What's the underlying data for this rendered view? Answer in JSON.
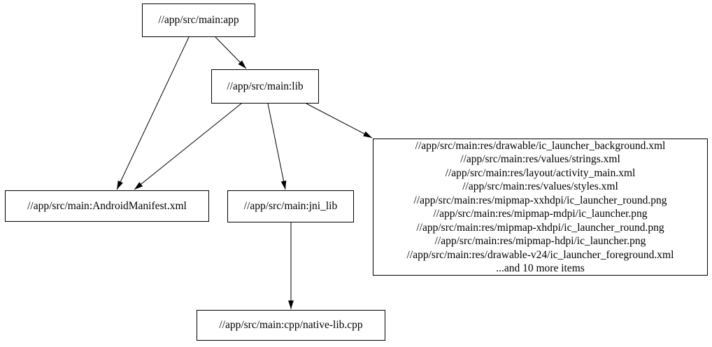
{
  "graph": {
    "colors": {
      "background": "#ffffff",
      "node_fill": "#ffffff",
      "node_border": "#000000",
      "text": "#000000",
      "edge": "#000000"
    },
    "nodes": {
      "app": {
        "label": "//app/src/main:app"
      },
      "lib": {
        "label": "//app/src/main:lib"
      },
      "manifest": {
        "label": "//app/src/main:AndroidManifest.xml"
      },
      "jni_lib": {
        "label": "//app/src/main:jni_lib"
      },
      "native_lib": {
        "label": "//app/src/main:cpp/native-lib.cpp"
      },
      "res_group": {
        "lines": [
          "//app/src/main:res/drawable/ic_launcher_background.xml",
          "//app/src/main:res/values/strings.xml",
          "//app/src/main:res/layout/activity_main.xml",
          "//app/src/main:res/values/styles.xml",
          "//app/src/main:res/mipmap-xxhdpi/ic_launcher_round.png",
          "//app/src/main:res/mipmap-mdpi/ic_launcher.png",
          "//app/src/main:res/mipmap-xhdpi/ic_launcher_round.png",
          "//app/src/main:res/mipmap-hdpi/ic_launcher.png",
          "//app/src/main:res/drawable-v24/ic_launcher_foreground.xml",
          "...and 10 more items"
        ]
      }
    },
    "edges": [
      {
        "from": "app",
        "to": "manifest"
      },
      {
        "from": "app",
        "to": "lib"
      },
      {
        "from": "lib",
        "to": "manifest"
      },
      {
        "from": "lib",
        "to": "jni_lib"
      },
      {
        "from": "lib",
        "to": "res_group"
      },
      {
        "from": "jni_lib",
        "to": "native_lib"
      }
    ]
  }
}
